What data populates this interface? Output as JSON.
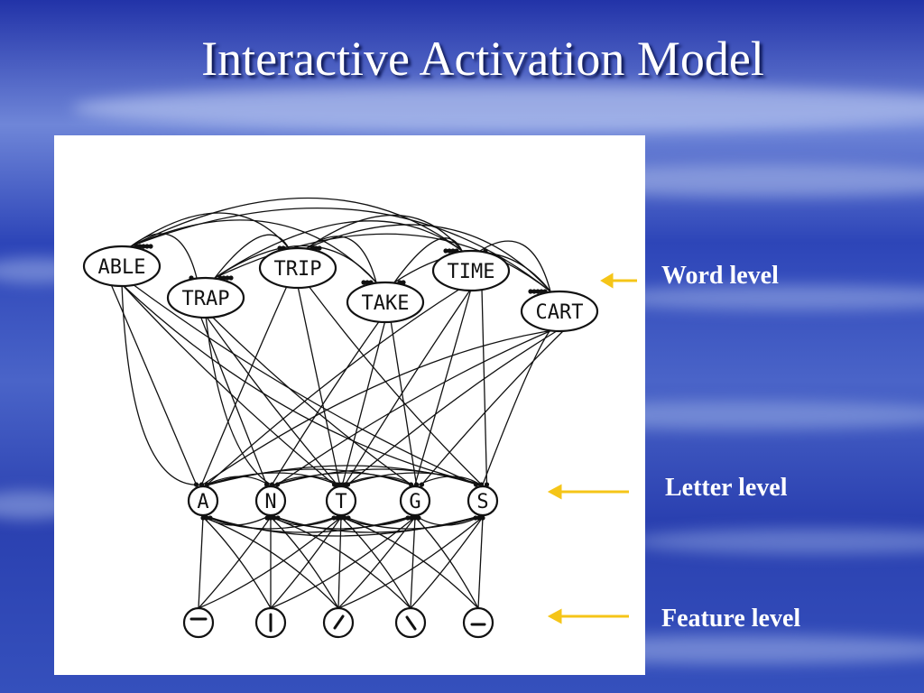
{
  "slide": {
    "title": "Interactive Activation Model"
  },
  "labels": {
    "word_level": "Word level",
    "letter_level": "Letter level",
    "feature_level": "Feature level"
  },
  "diagram": {
    "word_nodes": [
      "ABLE",
      "TRAP",
      "TRIP",
      "TAKE",
      "TIME",
      "CART"
    ],
    "letter_nodes": [
      "A",
      "N",
      "T",
      "G",
      "S"
    ],
    "feature_nodes": [
      "horizontal-bar-top",
      "vertical-bar",
      "diagonal-right",
      "diagonal-left",
      "horizontal-bar-middle"
    ]
  },
  "colors": {
    "background": "#2a3fb0",
    "arrow": "#f5c518",
    "label_text": "#ffffff",
    "line": "#111111"
  }
}
